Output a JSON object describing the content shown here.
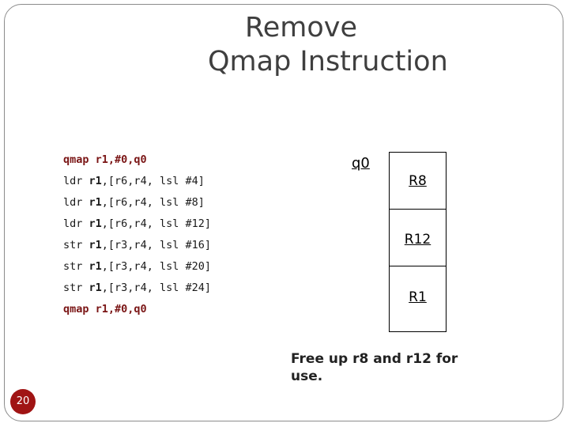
{
  "title": {
    "line1": "Remove",
    "line2": "Qmap Instruction"
  },
  "code_lines": [
    {
      "op": "qmap",
      "reg": "r1,#0,q0",
      "rest": "",
      "emphasis": true
    },
    {
      "op": "ldr",
      "reg": "r1",
      "rest": ",[r6,r4, lsl #4]",
      "emphasis": false
    },
    {
      "op": "ldr",
      "reg": "r1",
      "rest": ",[r6,r4, lsl #8]",
      "emphasis": false
    },
    {
      "op": "ldr",
      "reg": "r1",
      "rest": ",[r6,r4, lsl #12]",
      "emphasis": false
    },
    {
      "op": "str",
      "reg": "r1",
      "rest": ",[r3,r4, lsl #16]",
      "emphasis": false
    },
    {
      "op": "str",
      "reg": "r1",
      "rest": ",[r3,r4, lsl #20]",
      "emphasis": false
    },
    {
      "op": "str",
      "reg": "r1",
      "rest": ",[r3,r4, lsl #24]",
      "emphasis": false
    },
    {
      "op": "qmap",
      "reg": "r1,#0,q0",
      "rest": "",
      "emphasis": true
    }
  ],
  "queue": {
    "label": "q0",
    "registers": [
      "R8",
      "R12",
      "R1"
    ]
  },
  "note": "Free up r8 and r12 for use.",
  "slide_number": "20",
  "colors": {
    "emphasis": "#7a1515",
    "slide_badge": "#a01414",
    "title": "#3f3f3f"
  }
}
